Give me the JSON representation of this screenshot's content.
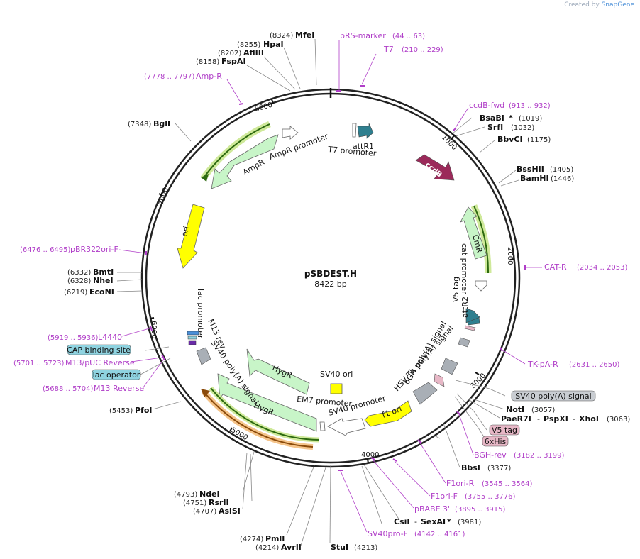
{
  "brand": {
    "prefix": "Created by",
    "name": "SnapGene"
  },
  "plasmid": {
    "name": "pSBDEST.H",
    "length": "8422 bp"
  },
  "ticks": [
    "1000",
    "2000",
    "3000",
    "4000",
    "5000",
    "6000",
    "7000",
    "8000"
  ],
  "left_sites": [
    {
      "pos": "(8324)",
      "name": "MfeI"
    },
    {
      "pos": "(8255)",
      "name": "HpaI"
    },
    {
      "pos": "(8202)",
      "name": "AflIII"
    },
    {
      "pos": "(8158)",
      "name": "FspAI"
    },
    {
      "pos": "(7348)",
      "name": "BglI"
    },
    {
      "pos": "(6332)",
      "name": "BmtI"
    },
    {
      "pos": "(6328)",
      "name": "NheI"
    },
    {
      "pos": "(6219)",
      "name": "EcoNI"
    },
    {
      "pos": "(5453)",
      "name": "PfoI"
    },
    {
      "pos": "(4793)",
      "name": "NdeI"
    },
    {
      "pos": "(4751)",
      "name": "RsrII"
    },
    {
      "pos": "(4707)",
      "name": "AsiSI"
    },
    {
      "pos": "(4274)",
      "name": "PmlI"
    },
    {
      "pos": "(4214)",
      "name": "AvrII"
    }
  ],
  "right_sites": [
    {
      "name": "BsaBI",
      "star": "*",
      "pos": "(1019)"
    },
    {
      "name": "SrfI",
      "pos": "(1032)"
    },
    {
      "name": "BbvCI",
      "pos": "(1175)"
    },
    {
      "name": "BssHII",
      "pos": "(1405)"
    },
    {
      "name": "BamHI",
      "pos": "(1446)"
    },
    {
      "name": "NotI",
      "pos": "(3057)"
    },
    {
      "name": "PaeR7I",
      "dash1": "-",
      "name2": "PspXI",
      "dash2": "-",
      "name3": "XhoI",
      "pos": "(3063)"
    },
    {
      "name": "BbsI",
      "pos": "(3377)"
    },
    {
      "name": "CsiI",
      "dash1": "-",
      "name2": "SexAI",
      "star": "*",
      "pos": "(3981)"
    },
    {
      "name": "StuI",
      "pos": "(4213)"
    }
  ],
  "primers": [
    {
      "name": "pRS-marker",
      "range": "(44 .. 63)"
    },
    {
      "name": "T7",
      "range": "(210 .. 229)"
    },
    {
      "name": "Amp-R",
      "range": "(7778 .. 7797)"
    },
    {
      "name": "ccdB-fwd",
      "range": "(913 .. 932)"
    },
    {
      "name": "pBR322ori-F",
      "range": "(6476 .. 6495)"
    },
    {
      "name": "CAT-R",
      "range": "(2034 .. 2053)"
    },
    {
      "name": "L4440",
      "range": "(5919 .. 5936)"
    },
    {
      "name": "M13/pUC Reverse",
      "range": "(5701 .. 5723)"
    },
    {
      "name": "M13 Reverse",
      "range": "(5688 .. 5704)"
    },
    {
      "name": "TK-pA-R",
      "range": "(2631 .. 2650)"
    },
    {
      "name": "BGH-rev",
      "range": "(3182 .. 3199)"
    },
    {
      "name": "F1ori-R",
      "range": "(3545 .. 3564)"
    },
    {
      "name": "F1ori-F",
      "range": "(3755 .. 3776)"
    },
    {
      "name": "pBABE 3'",
      "range": "(3895 .. 3915)"
    },
    {
      "name": "SV40pro-F",
      "range": "(4142 .. 4161)"
    }
  ],
  "boxed_features": [
    {
      "label": "CAP binding site",
      "color": "#8fd3e0"
    },
    {
      "label": "lac operator",
      "color": "#8fd3e0"
    },
    {
      "label": "SV40 poly(A) signal",
      "color": "#c9cdd2"
    },
    {
      "label": "V5 tag",
      "color": "#e7b7c6"
    },
    {
      "label": "6xHis",
      "color": "#e7b7c6"
    }
  ],
  "features": {
    "attR1": "attR1",
    "t7_promoter": "T7 promoter",
    "ampr_promoter": "AmpR promoter",
    "ampr": "AmpR",
    "ori": "ori",
    "ccdb": "ccdB",
    "cmr": "CmR",
    "cat_promoter": "cat promoter",
    "v5_tag": "V5 tag",
    "attr2": "attR2",
    "lac_promoter": "lac promoter",
    "m13_rev": "M13 rev",
    "sv40_polya": "SV40 poly(A) signal",
    "hygr_inner": "HygR",
    "hygr_outer": "HygR",
    "sv40_ori": "SV40 ori",
    "em7_promoter": "EM7 promoter",
    "sv40_promoter": "SV40 promoter",
    "f1_ori": "f1 ori",
    "hsv_tk_polya": "HSV TK poly(A) signal",
    "bgh_polya": "bGH poly(A) signal"
  },
  "colors": {
    "backbone": "#222222",
    "primer": "#b03ec8",
    "ampr": "#c8f5c8",
    "ori": "#ffff00",
    "ccdb": "#9b2a5a",
    "attr": "#2f7f8f",
    "gray_feature": "#a9afb6",
    "f1_ori": "#ffff00"
  }
}
